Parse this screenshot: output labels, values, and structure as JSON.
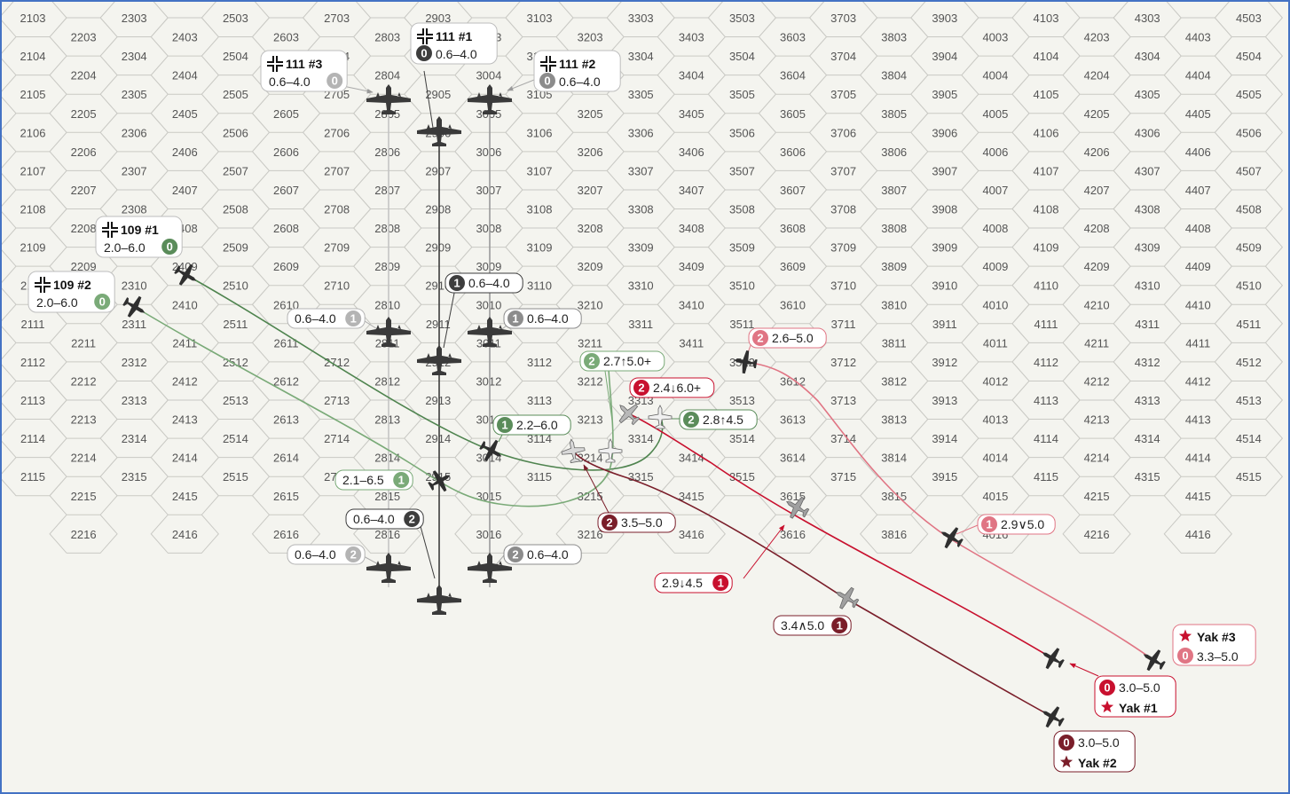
{
  "map": {
    "hex_columns": [
      {
        "col": "21",
        "rows": [
          "03",
          "04",
          "05",
          "06",
          "07",
          "08",
          "09",
          "10",
          "11",
          "12",
          "13",
          "14",
          "15"
        ]
      },
      {
        "col": "22",
        "rows": [
          "03",
          "04",
          "05",
          "06",
          "07",
          "08",
          "09",
          "10",
          "11",
          "12",
          "13",
          "14",
          "15",
          "16"
        ]
      },
      {
        "col": "23",
        "rows": [
          "03",
          "04",
          "05",
          "06",
          "07",
          "08",
          "09",
          "10",
          "11",
          "12",
          "13",
          "14",
          "15"
        ]
      },
      {
        "col": "24",
        "rows": [
          "03",
          "04",
          "05",
          "06",
          "07",
          "08",
          "09",
          "10",
          "11",
          "12",
          "13",
          "14",
          "15",
          "16"
        ]
      },
      {
        "col": "25",
        "rows": [
          "03",
          "04",
          "05",
          "06",
          "07",
          "08",
          "09",
          "10",
          "11",
          "12",
          "13",
          "14",
          "15"
        ]
      },
      {
        "col": "26",
        "rows": [
          "03",
          "04",
          "05",
          "06",
          "07",
          "08",
          "09",
          "10",
          "11",
          "12",
          "13",
          "14",
          "15",
          "16"
        ]
      },
      {
        "col": "27",
        "rows": [
          "03",
          "04",
          "05",
          "06",
          "07",
          "08",
          "09",
          "10",
          "11",
          "12",
          "13",
          "14",
          "15"
        ]
      },
      {
        "col": "28",
        "rows": [
          "03",
          "04",
          "05",
          "06",
          "07",
          "08",
          "09",
          "10",
          "11",
          "12",
          "13",
          "14",
          "15",
          "16"
        ]
      },
      {
        "col": "29",
        "rows": [
          "03",
          "04",
          "05",
          "06",
          "07",
          "08",
          "09",
          "10",
          "11",
          "12",
          "13",
          "14",
          "15"
        ]
      },
      {
        "col": "30",
        "rows": [
          "03",
          "04",
          "05",
          "06",
          "07",
          "08",
          "09",
          "10",
          "11",
          "12",
          "13",
          "14",
          "15",
          "16"
        ]
      },
      {
        "col": "31",
        "rows": [
          "03",
          "04",
          "05",
          "06",
          "07",
          "08",
          "09",
          "10",
          "11",
          "12",
          "13",
          "14",
          "15"
        ]
      },
      {
        "col": "32",
        "rows": [
          "03",
          "04",
          "05",
          "06",
          "07",
          "08",
          "09",
          "10",
          "11",
          "12",
          "13",
          "14",
          "15",
          "16"
        ]
      },
      {
        "col": "33",
        "rows": [
          "03",
          "04",
          "05",
          "06",
          "07",
          "08",
          "09",
          "10",
          "11",
          "12",
          "13",
          "14",
          "15"
        ]
      },
      {
        "col": "34",
        "rows": [
          "03",
          "04",
          "05",
          "06",
          "07",
          "08",
          "09",
          "10",
          "11",
          "12",
          "13",
          "14",
          "15",
          "16"
        ]
      },
      {
        "col": "35",
        "rows": [
          "03",
          "04",
          "05",
          "06",
          "07",
          "08",
          "09",
          "10",
          "11",
          "12",
          "13",
          "14",
          "15"
        ]
      },
      {
        "col": "36",
        "rows": [
          "03",
          "04",
          "05",
          "06",
          "07",
          "08",
          "09",
          "10",
          "11",
          "12",
          "13",
          "14",
          "15",
          "16"
        ]
      },
      {
        "col": "37",
        "rows": [
          "03",
          "04",
          "05",
          "06",
          "07",
          "08",
          "09",
          "10",
          "11",
          "12",
          "13",
          "14",
          "15"
        ]
      },
      {
        "col": "38",
        "rows": [
          "03",
          "04",
          "05",
          "06",
          "07",
          "08",
          "09",
          "10",
          "11",
          "12",
          "13",
          "14",
          "15",
          "16"
        ]
      },
      {
        "col": "39",
        "rows": [
          "03",
          "04",
          "05",
          "06",
          "07",
          "08",
          "09",
          "10",
          "11",
          "12",
          "13",
          "14",
          "15"
        ]
      },
      {
        "col": "40",
        "rows": [
          "03",
          "04",
          "05",
          "06",
          "07",
          "08",
          "09",
          "10",
          "11",
          "12",
          "13",
          "14",
          "15",
          "16"
        ]
      },
      {
        "col": "41",
        "rows": [
          "03",
          "04",
          "05",
          "06",
          "07",
          "08",
          "09",
          "10",
          "11",
          "12",
          "13",
          "14",
          "15"
        ]
      },
      {
        "col": "42",
        "rows": [
          "03",
          "04",
          "05",
          "06",
          "07",
          "08",
          "09",
          "10",
          "11",
          "12",
          "13",
          "14",
          "15",
          "16"
        ]
      },
      {
        "col": "43",
        "rows": [
          "03",
          "04",
          "05",
          "06",
          "07",
          "08",
          "09",
          "10",
          "11",
          "12",
          "13",
          "14",
          "15"
        ]
      },
      {
        "col": "44",
        "rows": [
          "03",
          "04",
          "05",
          "06",
          "07",
          "08",
          "09",
          "10",
          "11",
          "12",
          "13",
          "14",
          "15",
          "16"
        ]
      },
      {
        "col": "45",
        "rows": [
          "03",
          "04",
          "05",
          "06",
          "07",
          "08",
          "09",
          "10",
          "11",
          "12",
          "13",
          "14",
          "15"
        ]
      }
    ]
  },
  "colors": {
    "german_bomber_dark": "#3d3d3d",
    "german_bomber_mid": "#8c8c8c",
    "german_bomber_light": "#b4b4b4",
    "german_fighter_green": "#5a8c5a",
    "german_fighter_green_light": "#7aaa78",
    "soviet_red": "#c8102e",
    "soviet_dark_red": "#7a1e2a",
    "soviet_pink": "#e07584"
  },
  "units": {
    "he111_1": {
      "name": "111 #1",
      "icon": "balkenkreuz-icon",
      "badge": "0",
      "badge_color": "#3d3d3d",
      "speed_alt": "0.6–4.0",
      "history": [
        {
          "badge": "1",
          "speed_alt": "0.6–4.0",
          "badge_color": "#3d3d3d"
        },
        {
          "badge": "2",
          "speed_alt": "0.6–4.0",
          "badge_color": "#3d3d3d"
        }
      ]
    },
    "he111_2": {
      "name": "111 #2",
      "icon": "balkenkreuz-icon",
      "badge": "0",
      "badge_color": "#8c8c8c",
      "speed_alt": "0.6–4.0",
      "history": [
        {
          "badge": "1",
          "speed_alt": "0.6–4.0",
          "badge_color": "#8c8c8c"
        },
        {
          "badge": "2",
          "speed_alt": "0.6–4.0",
          "badge_color": "#8c8c8c"
        }
      ]
    },
    "he111_3": {
      "name": "111 #3",
      "icon": "balkenkreuz-icon",
      "badge": "0",
      "badge_color": "#b4b4b4",
      "speed_alt": "0.6–4.0",
      "history": [
        {
          "badge": "1",
          "speed_alt": "0.6–4.0",
          "badge_color": "#b4b4b4"
        },
        {
          "badge": "2",
          "speed_alt": "0.6–4.0",
          "badge_color": "#b4b4b4"
        }
      ]
    },
    "bf109_1": {
      "name": "109 #1",
      "icon": "balkenkreuz-icon",
      "badge": "0",
      "badge_color": "#5a8c5a",
      "speed_alt": "2.0–6.0",
      "history": [
        {
          "badge": "1",
          "speed_alt": "2.2–6.0",
          "badge_color": "#5a8c5a"
        },
        {
          "badge": "2",
          "speed_alt": "2.8↑4.5",
          "badge_color": "#5a8c5a"
        }
      ]
    },
    "bf109_2": {
      "name": "109 #2",
      "icon": "balkenkreuz-icon",
      "badge": "0",
      "badge_color": "#7aaa78",
      "speed_alt": "2.0–6.0",
      "history": [
        {
          "badge": "1",
          "speed_alt": "2.1–6.5",
          "badge_color": "#7aaa78"
        },
        {
          "badge": "2",
          "speed_alt": "2.7↑5.0+",
          "badge_color": "#7aaa78"
        }
      ]
    },
    "yak_1": {
      "name": "Yak #1",
      "icon": "red-star-icon",
      "badge": "0",
      "badge_color": "#c8102e",
      "speed_alt": "3.0–5.0",
      "history": [
        {
          "badge": "1",
          "speed_alt": "2.9↓4.5",
          "badge_color": "#c8102e"
        },
        {
          "badge": "2",
          "speed_alt": "2.4↓6.0+",
          "badge_color": "#c8102e"
        }
      ]
    },
    "yak_2": {
      "name": "Yak #2",
      "icon": "red-star-icon",
      "badge": "0",
      "badge_color": "#7a1e2a",
      "speed_alt": "3.0–5.0",
      "history": [
        {
          "badge": "1",
          "speed_alt": "3.4∧5.0",
          "badge_color": "#7a1e2a"
        },
        {
          "badge": "2",
          "speed_alt": "3.5–5.0",
          "badge_color": "#7a1e2a"
        }
      ]
    },
    "yak_3": {
      "name": "Yak #3",
      "icon": "red-star-icon",
      "badge": "0",
      "badge_color": "#e07584",
      "speed_alt": "3.3–5.0",
      "history": [
        {
          "badge": "1",
          "speed_alt": "2.9∨5.0",
          "badge_color": "#e07584"
        },
        {
          "badge": "2",
          "speed_alt": "2.6–5.0",
          "badge_color": "#e07584"
        }
      ]
    }
  }
}
